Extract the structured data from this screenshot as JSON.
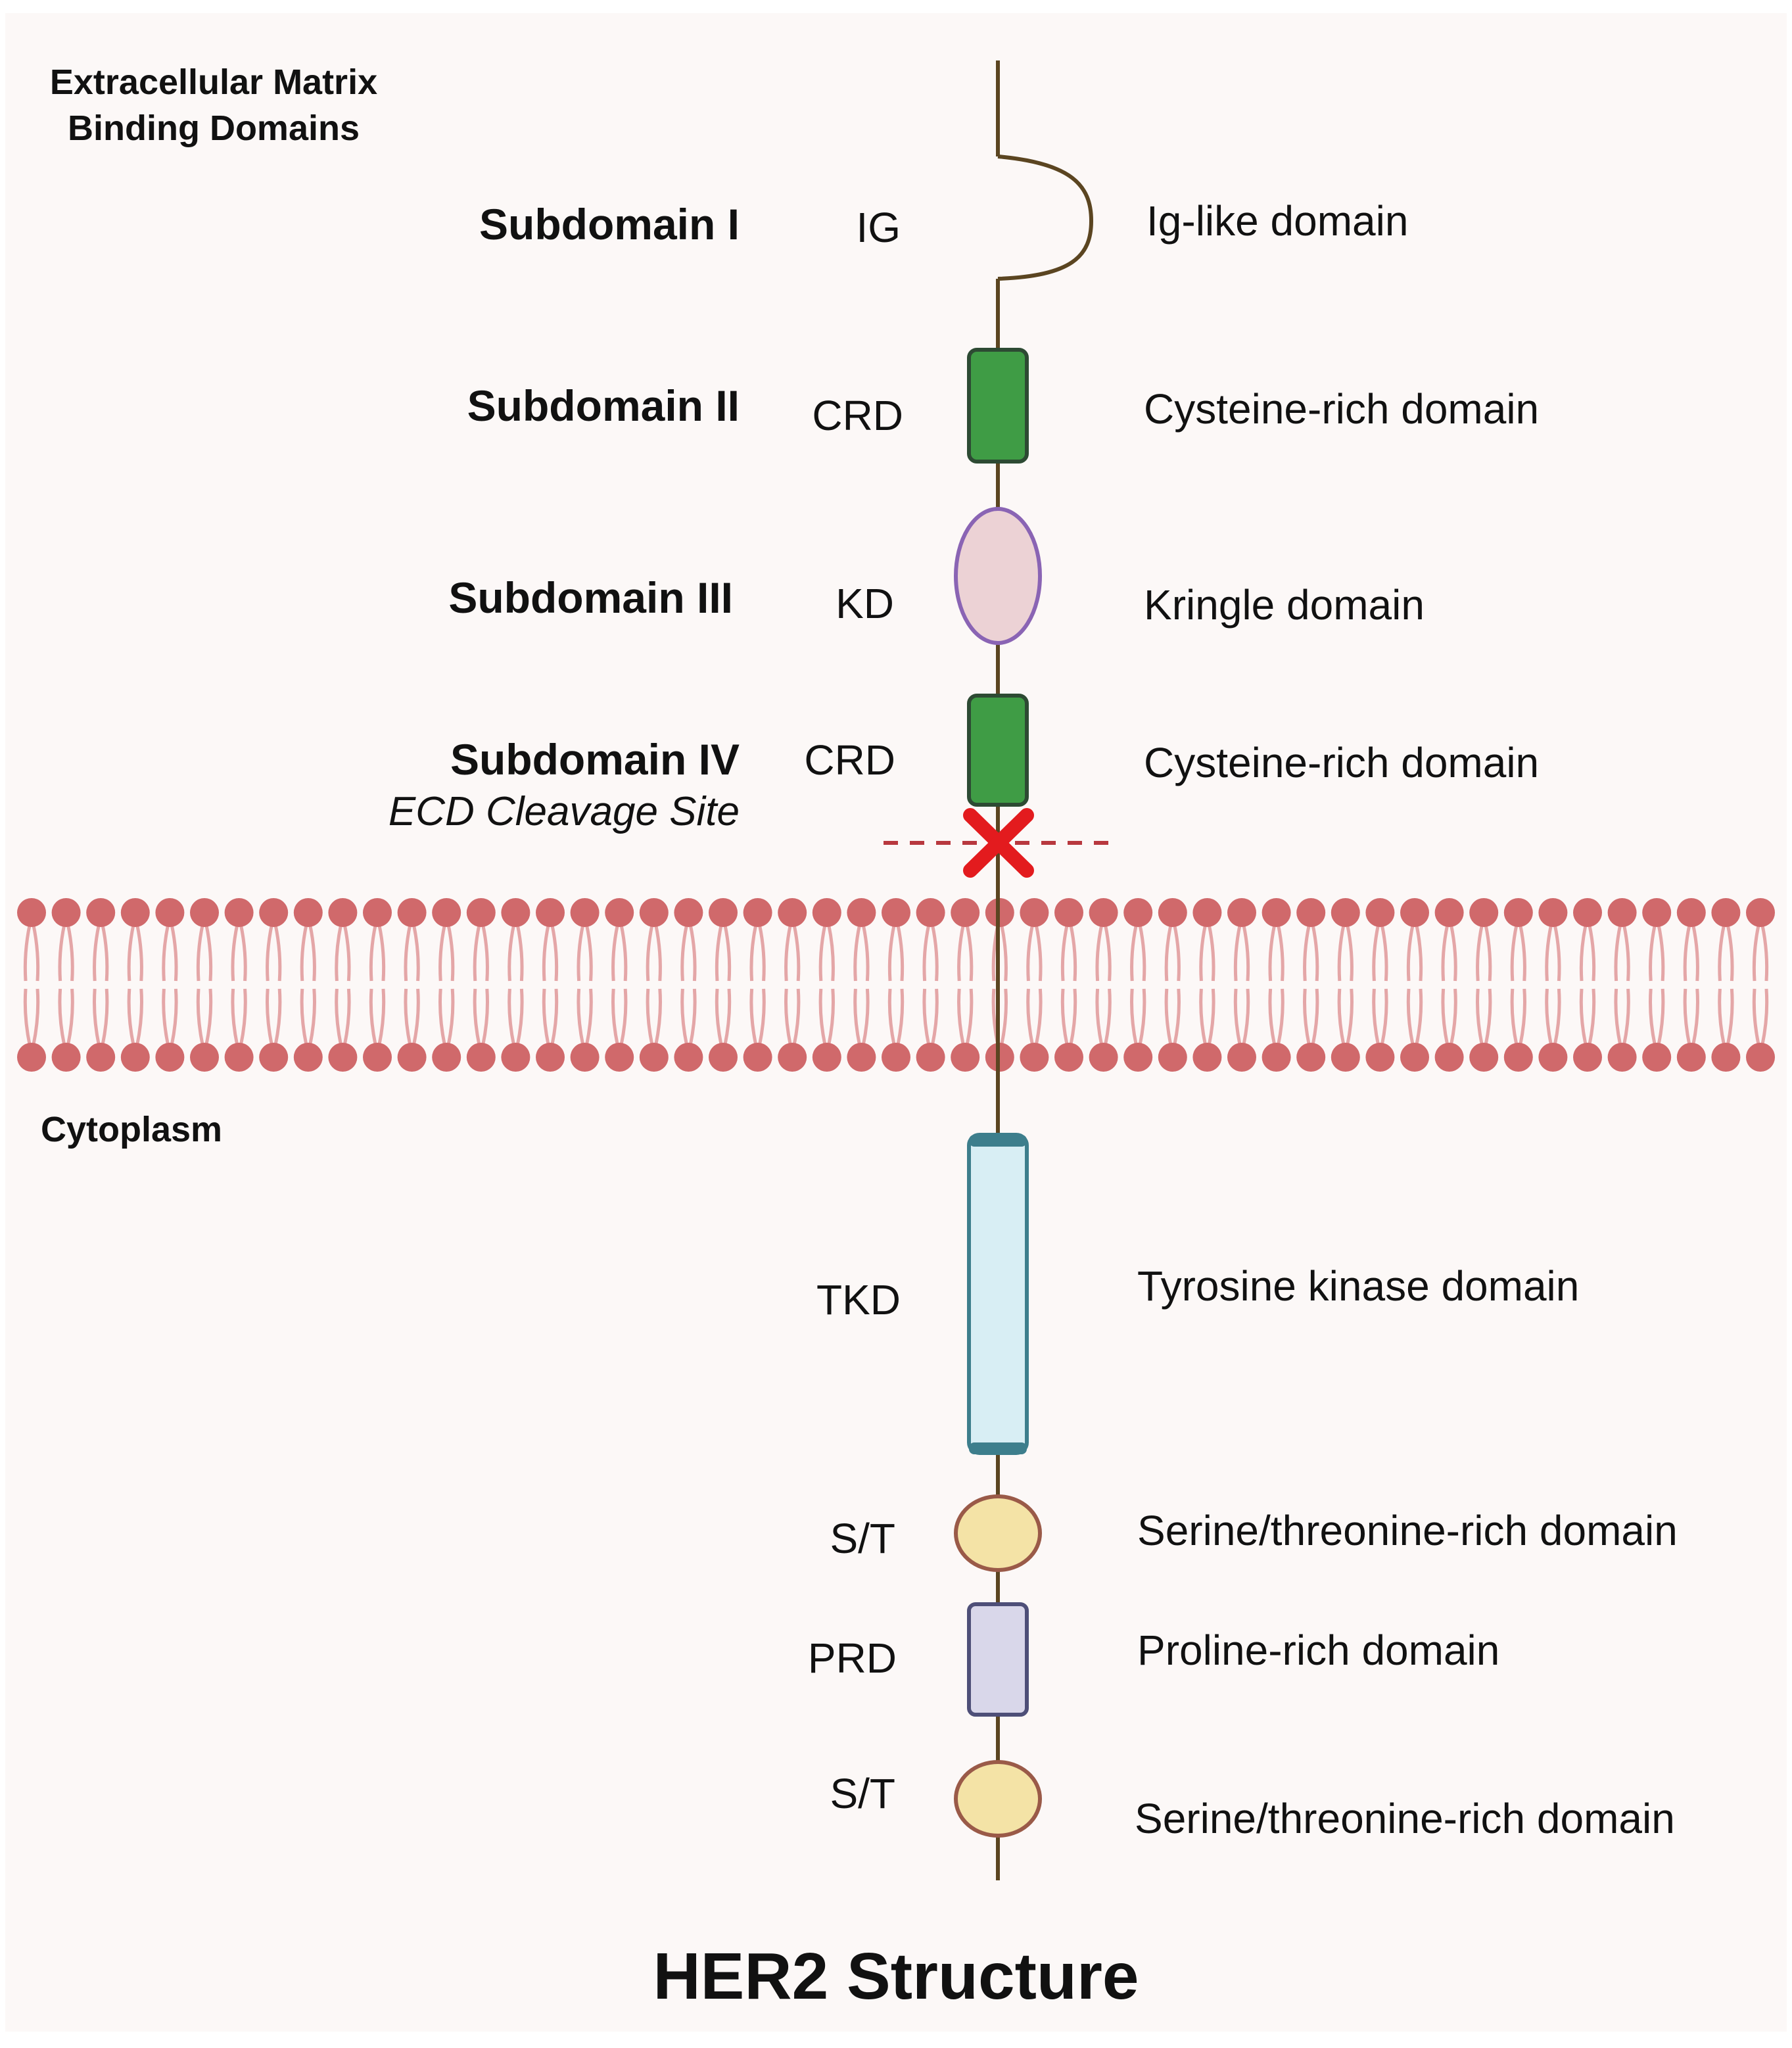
{
  "regions": {
    "extracellular": "Extracellular Matrix\nBinding Domains",
    "cytoplasm": "Cytoplasm"
  },
  "subdomains": [
    "Subdomain I",
    "Subdomain II",
    "Subdomain III",
    "Subdomain IV"
  ],
  "cleavage_site": "ECD Cleavage Site",
  "domains": [
    {
      "abbr": "IG",
      "name": "Ig-like domain",
      "shape": "loop"
    },
    {
      "abbr": "CRD",
      "name": "Cysteine-rich domain",
      "shape": "rect",
      "fill": "#3f9c45",
      "stroke": "#2d4a33"
    },
    {
      "abbr": "KD",
      "name": "Kringle domain",
      "shape": "ellipse",
      "fill": "#ecd2d5",
      "stroke": "#8a64b4"
    },
    {
      "abbr": "CRD",
      "name": "Cysteine-rich domain",
      "shape": "rect",
      "fill": "#3f9c45",
      "stroke": "#2d4a33"
    },
    {
      "abbr": "TKD",
      "name": "Tyrosine kinase domain",
      "shape": "capsule",
      "fill": "#d8eef4",
      "stroke": "#3d7e8c"
    },
    {
      "abbr": "S/T",
      "name": "Serine/threonine-rich domain",
      "shape": "ellipse",
      "fill": "#f4e3a6",
      "stroke": "#9a5a48"
    },
    {
      "abbr": "PRD",
      "name": "Proline-rich domain",
      "shape": "rect",
      "fill": "#d9d7ea",
      "stroke": "#4e4f78"
    },
    {
      "abbr": "S/T",
      "name": "Serine/threonine-rich domain",
      "shape": "ellipse",
      "fill": "#f4e3a6",
      "stroke": "#9a5a48"
    }
  ],
  "title": "HER2 Structure",
  "colors": {
    "background": "#fcf8f7",
    "backbone": "#5b4521",
    "membrane_head": "#d0696b",
    "membrane_tail": "#e4a6a7",
    "cleavage_mark": "#e31b1e",
    "cleavage_line": "#b8383e"
  }
}
